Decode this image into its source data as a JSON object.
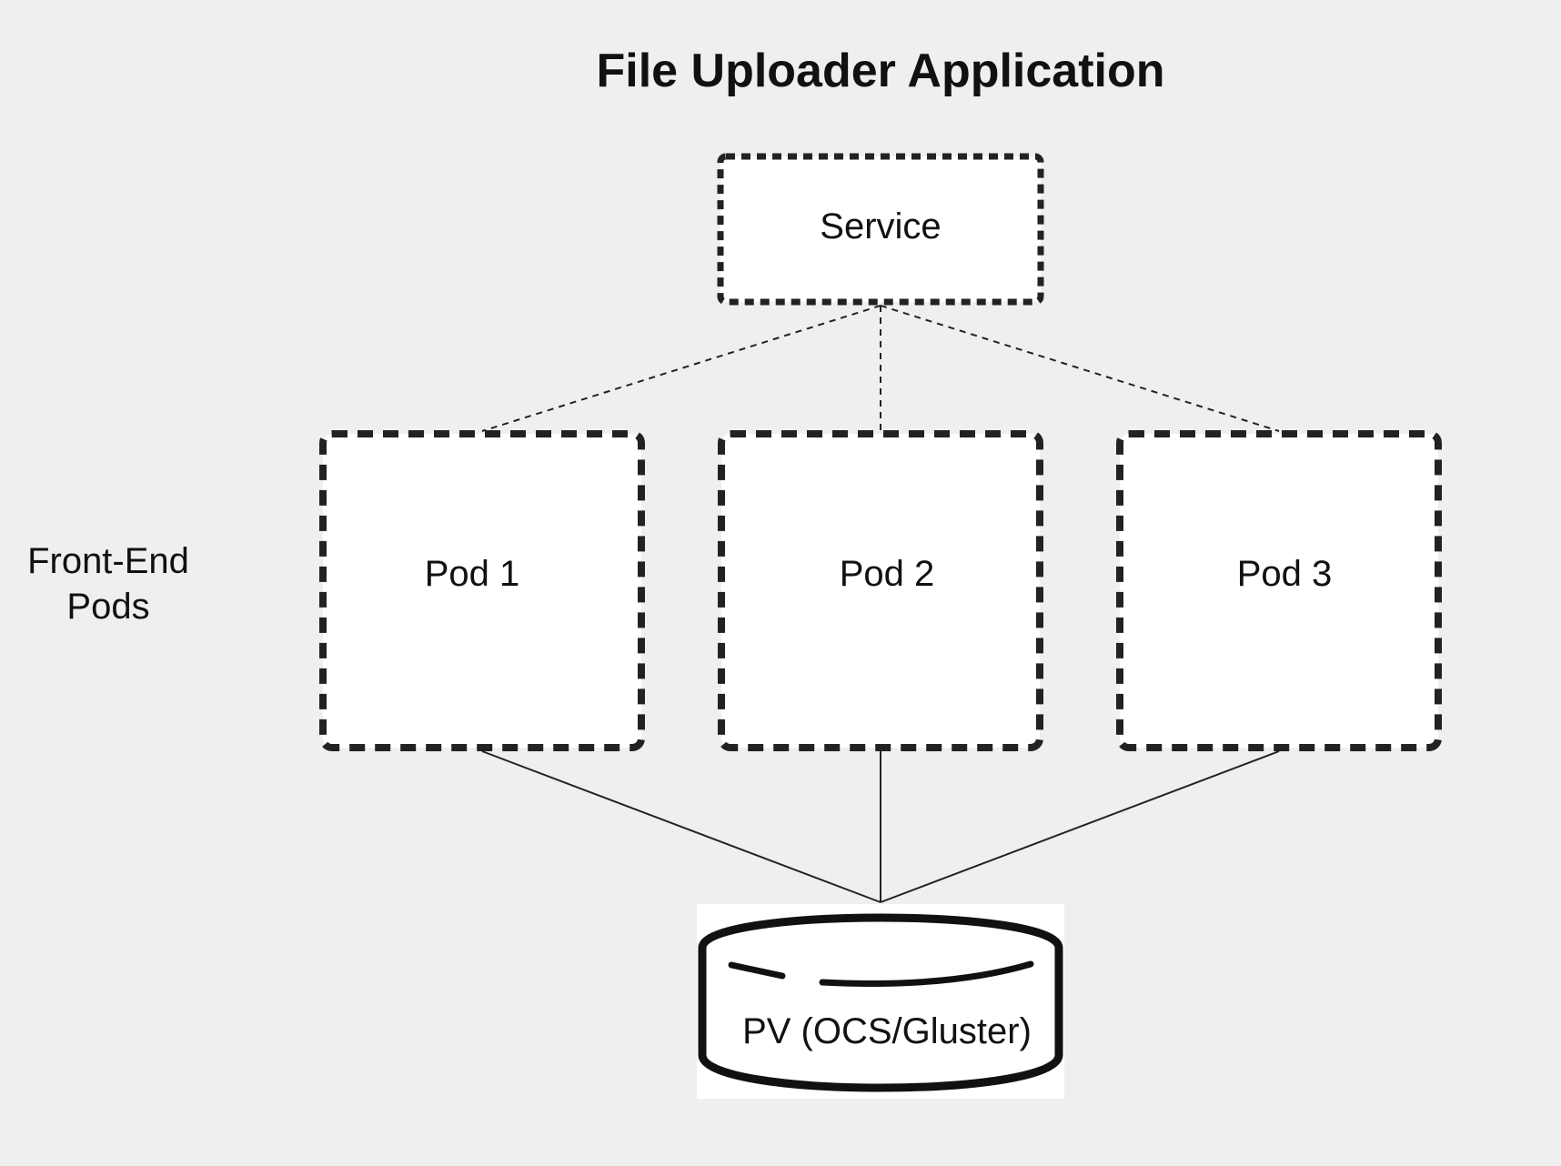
{
  "diagram": {
    "title": "File Uploader Application",
    "group_label": "Front-End\nPods",
    "service": {
      "label": "Service"
    },
    "pods": [
      {
        "label": "Pod 1"
      },
      {
        "label": "Pod 2"
      },
      {
        "label": "Pod 3"
      }
    ],
    "storage": {
      "label": "PV (OCS/Gluster)"
    },
    "connections": [
      {
        "from": "Service",
        "to": "Pod 1",
        "style": "dashed"
      },
      {
        "from": "Service",
        "to": "Pod 2",
        "style": "dashed"
      },
      {
        "from": "Service",
        "to": "Pod 3",
        "style": "dashed"
      },
      {
        "from": "Pod 1",
        "to": "PV (OCS/Gluster)",
        "style": "solid"
      },
      {
        "from": "Pod 2",
        "to": "PV (OCS/Gluster)",
        "style": "solid"
      },
      {
        "from": "Pod 3",
        "to": "PV (OCS/Gluster)",
        "style": "solid"
      }
    ],
    "colors": {
      "background": "#efefef",
      "box_fill": "#ffffff",
      "stroke": "#222222"
    }
  }
}
